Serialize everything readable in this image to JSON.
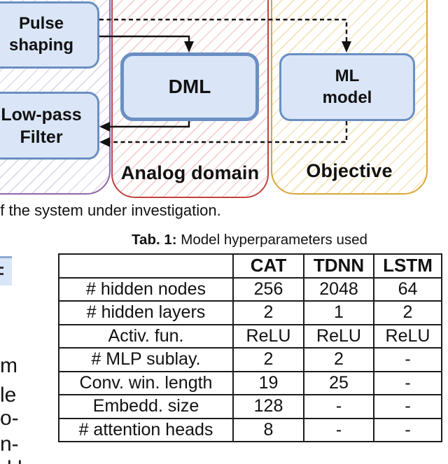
{
  "diagram": {
    "box_fill": "#dae6f7",
    "box_border": "#6a8fc2",
    "boxes": {
      "pulse_shaping": {
        "line1": "Pulse",
        "line2": "shaping"
      },
      "low_pass": {
        "line1": "Low-pass",
        "line2": "Filter"
      },
      "dml": {
        "label": "DML"
      },
      "ml_model": {
        "line1": "ML",
        "line2": "model"
      }
    },
    "regions": {
      "digital": {
        "border_color": "#9066a8",
        "hatch_color": "rgba(150,130,180,0.30)"
      },
      "analog": {
        "label": "Analog domain",
        "border_color": "#bf4340",
        "hatch_color": "rgba(231,130,130,0.38)"
      },
      "objective": {
        "label": "Objective",
        "border_color": "#d8a836",
        "hatch_color": "rgba(230,185,80,0.40)"
      }
    }
  },
  "caption": {
    "text": "of the system under investigation."
  },
  "table": {
    "title_bold": "Tab. 1:",
    "title_rest": " Model hyperparameters used",
    "rows": [
      [
        "",
        "CAT",
        "TDNN",
        "LSTM"
      ],
      [
        "# hidden nodes",
        "256",
        "2048",
        "64"
      ],
      [
        "# hidden layers",
        "2",
        "1",
        "2"
      ],
      [
        "Activ. fun.",
        "ReLU",
        "ReLU",
        "ReLU"
      ],
      [
        "# MLP sublay.",
        "2",
        "2",
        "-"
      ],
      [
        "Conv. win. length",
        "19",
        "25",
        "-"
      ],
      [
        "Embedd. size",
        "128",
        "-",
        "-"
      ],
      [
        "# attention heads",
        "8",
        "-",
        "-"
      ]
    ]
  },
  "left_column_fragments": {
    "f1": "m",
    "f2": "le",
    "f3": "o-",
    "f4": "n-",
    "f5": "d l"
  }
}
